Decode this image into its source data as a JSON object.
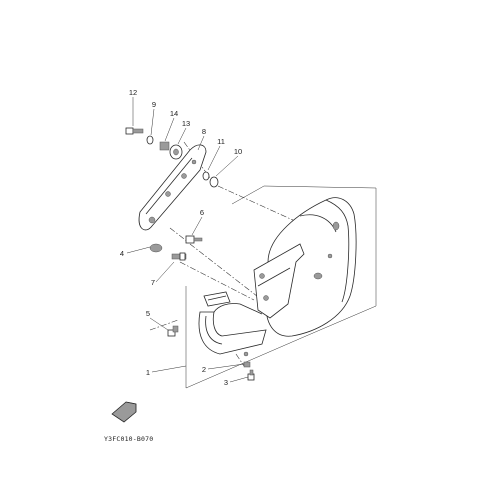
{
  "diagram": {
    "catalog_code": "Y3FC010-B070",
    "callouts": {
      "c1": "1",
      "c2": "2",
      "c3": "3",
      "c4": "4",
      "c5": "5",
      "c6": "6",
      "c7": "7",
      "c8": "8",
      "c9": "9",
      "c10": "10",
      "c11": "11",
      "c12": "12",
      "c13": "13",
      "c14": "14"
    }
  }
}
